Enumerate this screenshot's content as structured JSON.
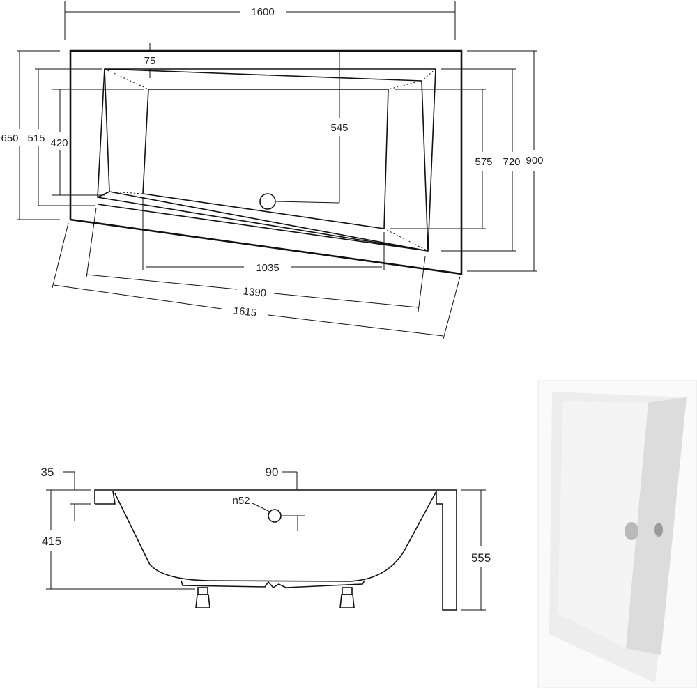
{
  "top_view": {
    "overall_width": "1600",
    "rim_offset": "75",
    "left_height_outer": "650",
    "left_height_mid": "515",
    "left_height_inner": "420",
    "drain_offset": "545",
    "right_height_inner": "575",
    "right_height_mid": "720",
    "right_height_outer": "900",
    "bottom_inner": "1035",
    "bottom_mid": "1390",
    "bottom_outer": "1615"
  },
  "side_view": {
    "rim_thickness": "35",
    "overflow_offset": "90",
    "overflow_diameter": "n52",
    "inner_depth": "415",
    "total_height": "555"
  },
  "photo": {
    "fill": "#f4f4f4",
    "shadow": "#dcdcdc",
    "fitting": "#b9b9b9"
  }
}
